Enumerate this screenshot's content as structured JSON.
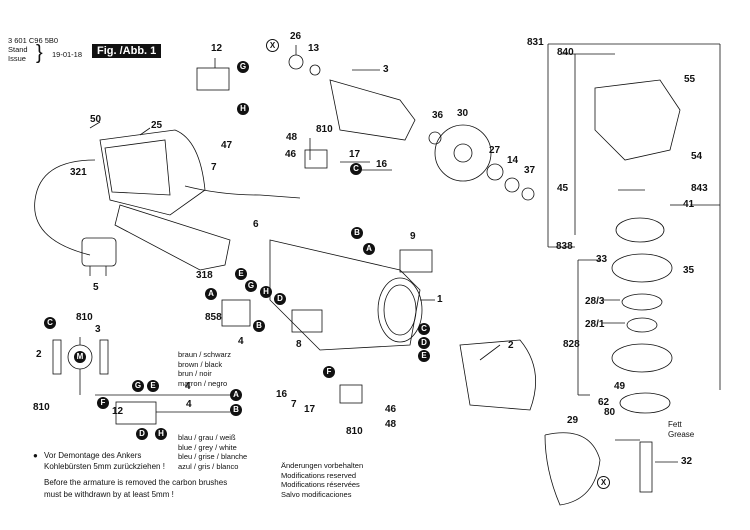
{
  "header": {
    "part_no": "3 601 C96 5B0",
    "stand_label": "Stand",
    "issue_label": "Issue",
    "date": "19-01-18",
    "figure": "Fig. /Abb. 1"
  },
  "wire_colors": [
    "braun  / schwarz",
    "brown  / black",
    "brun   / noir",
    "marron / negro"
  ],
  "wire_colors2": [
    "blau / grau / weiß",
    "blue / grey / white",
    "bleu / grise / blanche",
    "azul / gris / blanco"
  ],
  "notes": {
    "de1": "Vor Demontage des Ankers",
    "de2": "Kohlebürsten 5mm zurückziehen !",
    "en1": "Before the armature is removed the carbon brushes",
    "en2": "must be withdrawn by at least 5mm !",
    "changes": [
      "Änderungen vorbehalten",
      "Modifications reserved",
      "Modifications réservées",
      "Salvo modificaciones"
    ]
  },
  "grease": [
    "Fett",
    "Grease"
  ],
  "part_labels": [
    "12",
    "26",
    "13",
    "3",
    "50",
    "25",
    "321",
    "5",
    "318",
    "47",
    "7",
    "48",
    "46",
    "810",
    "17",
    "16",
    "C",
    "6",
    "A",
    "9",
    "36",
    "30",
    "27",
    "14",
    "37",
    "45",
    "838",
    "831",
    "840",
    "55",
    "41",
    "54",
    "843",
    "33",
    "35",
    "28/3",
    "28/1",
    "828",
    "49",
    "62",
    "80",
    "32",
    "29",
    "X",
    "1",
    "2",
    "8",
    "4",
    "858",
    "E",
    "G",
    "H",
    "D",
    "B",
    "F",
    "M"
  ],
  "callout_letters": [
    "A",
    "B",
    "C",
    "D",
    "E",
    "F",
    "G",
    "H"
  ]
}
